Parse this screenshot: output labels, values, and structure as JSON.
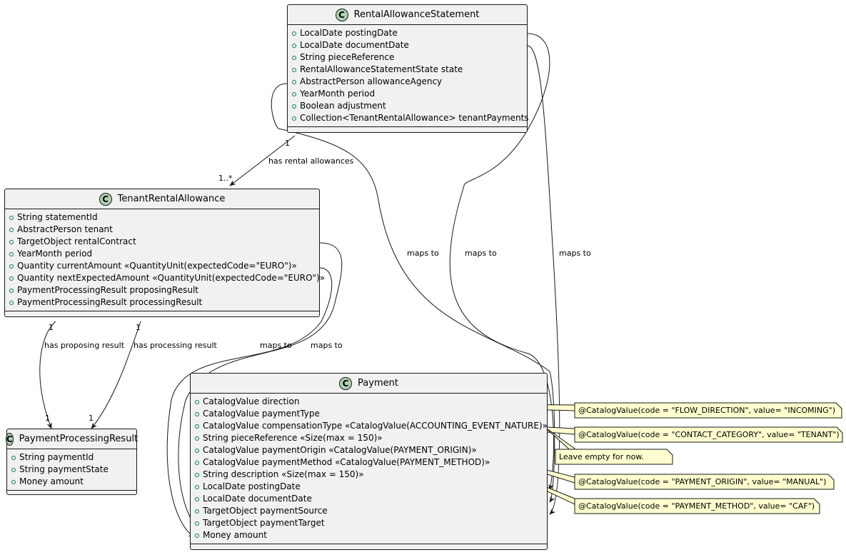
{
  "classes": {
    "statement": {
      "name": "RentalAllowanceStatement",
      "fields": [
        "LocalDate postingDate",
        "LocalDate documentDate",
        "String pieceReference",
        "RentalAllowanceStatementState state",
        "AbstractPerson allowanceAgency",
        "YearMonth period",
        "Boolean adjustment",
        "Collection<TenantRentalAllowance> tenantPayments"
      ]
    },
    "tenant": {
      "name": "TenantRentalAllowance",
      "fields": [
        "String statementId",
        "AbstractPerson tenant",
        "TargetObject rentalContract",
        "YearMonth period",
        "Quantity currentAmount «QuantityUnit(expectedCode=\"EURO\")»",
        "Quantity nextExpectedAmount «QuantityUnit(expectedCode=\"EURO\")»",
        "PaymentProcessingResult proposingResult",
        "PaymentProcessingResult processingResult"
      ]
    },
    "result": {
      "name": "PaymentProcessingResult",
      "fields": [
        "String paymentId",
        "String paymentState",
        "Money amount"
      ]
    },
    "payment": {
      "name": "Payment",
      "fields": [
        "CatalogValue direction",
        "CatalogValue paymentType",
        "CatalogValue compensationType «CatalogValue(ACCOUNTING_EVENT_NATURE)»",
        "String pieceReference «Size(max = 150)»",
        "CatalogValue paymentOrigin «CatalogValue(PAYMENT_ORIGIN)»",
        "CatalogValue paymentMethod «CatalogValue(PAYMENT_METHOD)»",
        "String description «Size(max = 150)»",
        "LocalDate postingDate",
        "LocalDate documentDate",
        "TargetObject paymentSource",
        "TargetObject paymentTarget",
        "Money amount"
      ]
    }
  },
  "circle_letter": "C",
  "labels": {
    "has_rental_allowances": "has rental allowances",
    "mult_one_statement": "1",
    "mult_many_tenant": "1..*",
    "has_proposing_result": "has proposing result",
    "has_processing_result": "has processing result",
    "mult_one_a": "1",
    "mult_one_b": "1",
    "mult_one_c": "1",
    "mult_one_d": "1",
    "maps_to_1": "maps to",
    "maps_to_2": "maps to",
    "maps_to_3": "maps to",
    "maps_to_4": "maps to",
    "maps_to_5": "maps to"
  },
  "notes": [
    "@CatalogValue(code = \"FLOW_DIRECTION\", value= \"INCOMING\")",
    "@CatalogValue(code = \"CONTACT_CATEGORY\", value= \"TENANT\")",
    "Leave empty for now.",
    "@CatalogValue(code = \"PAYMENT_ORIGIN\", value= \"MANUAL\")",
    "@CatalogValue(code = \"PAYMENT_METHOD\", value= \"CAF\")"
  ],
  "colors": {
    "class_bg": "#f1f1f1",
    "class_border": "#181818",
    "circle": "#add1b2",
    "field_dot": "#038048",
    "note_bg": "#fefece",
    "line": "#181818"
  }
}
